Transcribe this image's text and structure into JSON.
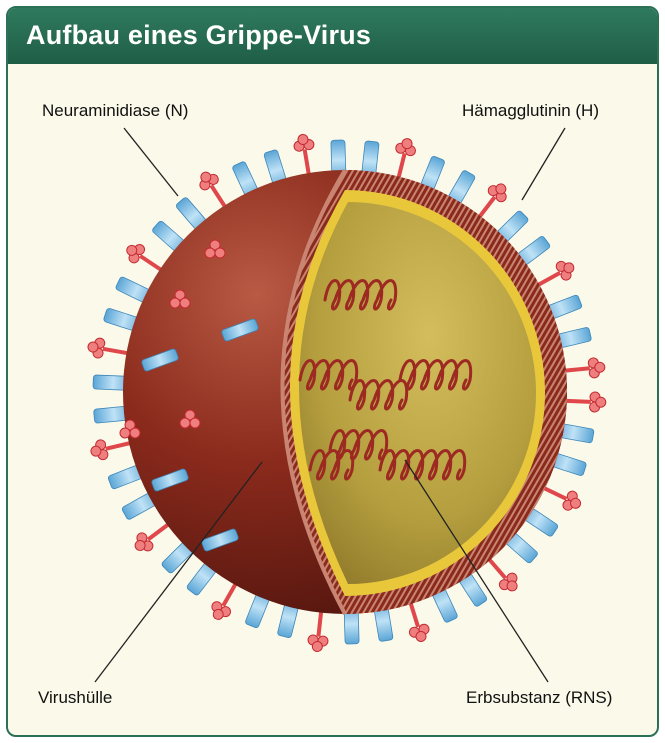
{
  "header": {
    "title": "Aufbau eines Grippe-Virus"
  },
  "labels": {
    "neuraminidase": "Neuraminidiase (N)",
    "haemagglutinin": "Hämagglutinin (H)",
    "envelope": "Virushülle",
    "genome": "Erbsubstanz (RNS)"
  },
  "colors": {
    "header_green": "#2a7358",
    "background": "#fbf9ea",
    "envelope_red": "#8a2a1c",
    "membrane_yellow": "#e8c83a",
    "core_olive": "#b49e3e",
    "spike_blue": "#8fc6e8",
    "spike_red": "#e0474a",
    "rna_red": "#9c2a22"
  }
}
